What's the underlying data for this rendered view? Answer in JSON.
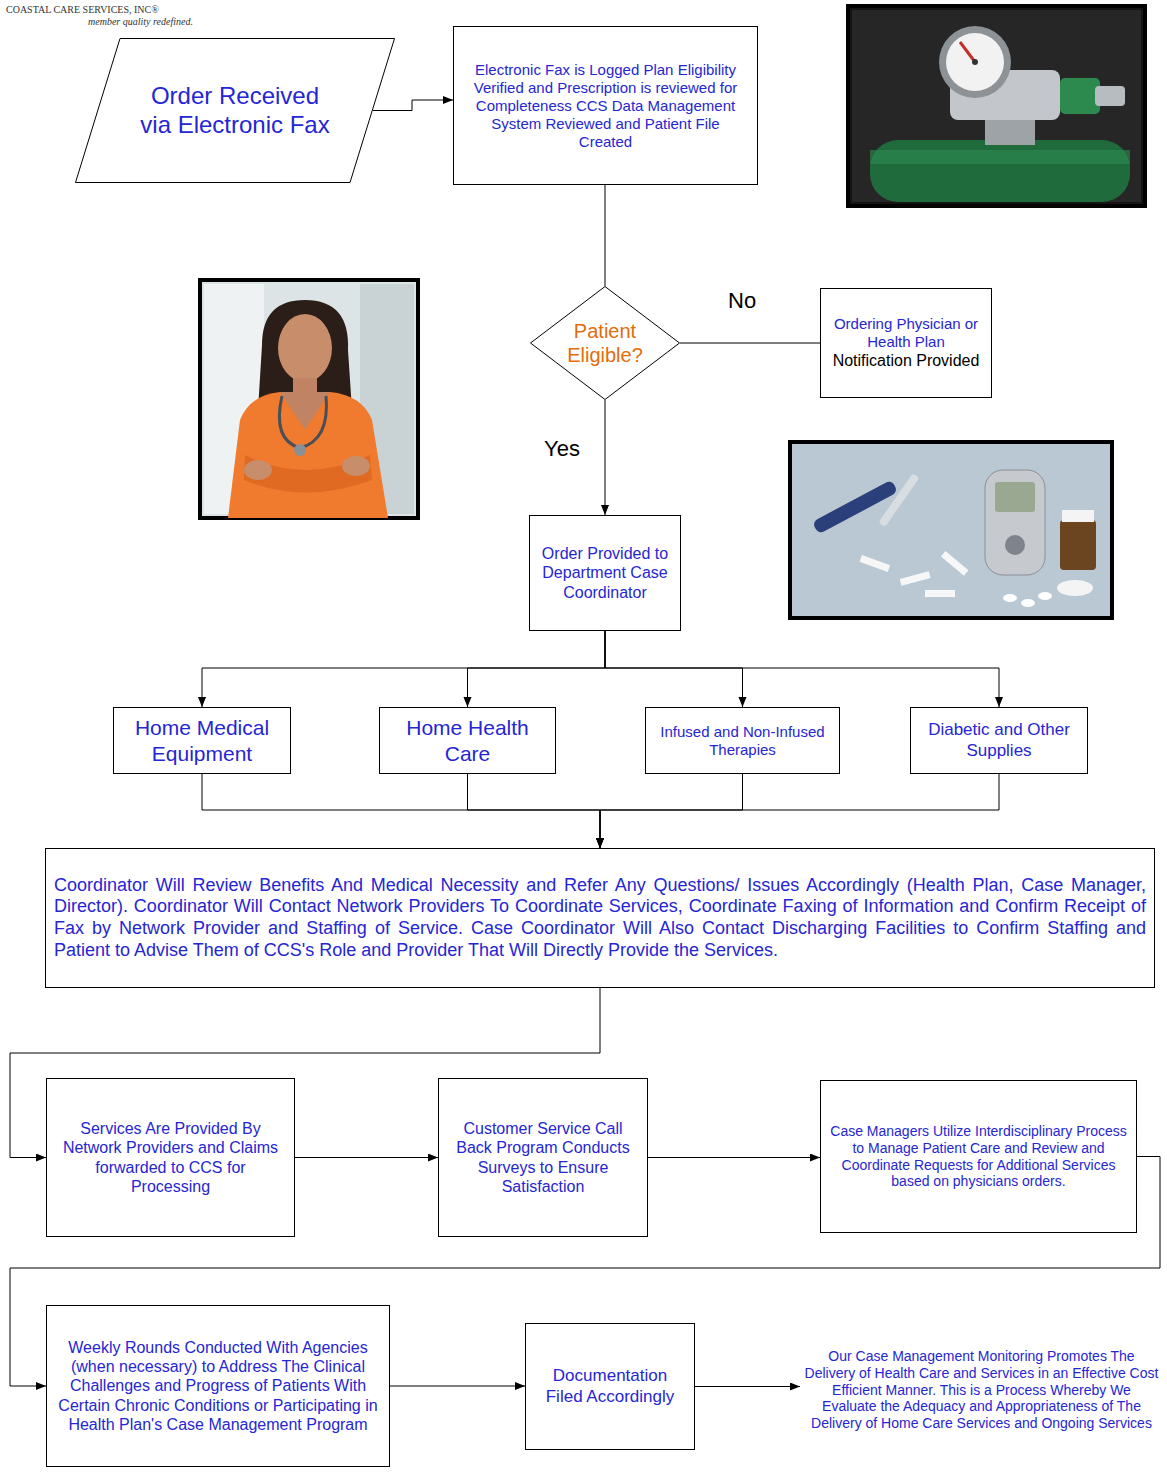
{
  "diagram": {
    "nodes": [
      {
        "text": [
          "Order Received via Electronic Fax"
        ]
      },
      {
        "text": [
          "Electronic Fax is Logged Plan Eligibility Verified and Prescription is reviewed for Completeness CCS Data Management System Reviewed and Patient File Created"
        ]
      },
      {
        "text": [
          "Patient Eligible?"
        ]
      },
      {
        "text": [
          "Ordering Physician or Health Plan",
          "Notification Provided"
        ]
      },
      {
        "text": [
          "Order Provided to Department Case Coordinator"
        ]
      },
      {
        "text": [
          "Home Medical Equipment"
        ]
      },
      {
        "text": [
          "Home Health Care"
        ]
      },
      {
        "text": [
          "Infused and Non-Infused Therapies"
        ]
      },
      {
        "text": [
          "Diabetic and Other Supplies"
        ]
      },
      {
        "text": [
          "Coordinator Will Review Benefits And Medical Necessity and Refer Any Questions/ Issues Accordingly (Health Plan, Case Manager, Director). Coordinator Will Contact Network Providers To Coordinate Services, Coordinate Faxing of Information and Confirm Receipt of Fax by Network Provider and Staffing of Service. Case Coordinator Will Also Contact Discharging Facilities to Confirm Staffing and Patient to Advise Them of CCS's Role and Provider That Will Directly Provide the Services."
        ]
      },
      {
        "text": [
          "Services Are Provided By Network Providers and Claims forwarded to CCS for Processing"
        ]
      },
      {
        "text": [
          "Customer Service Call Back Program Conducts Surveys to Ensure Satisfaction"
        ]
      },
      {
        "text": [
          "Case Managers Utilize Interdisciplinary Process to Manage Patient Care and Review and Coordinate Requests for Additional Services based on physicians orders."
        ]
      },
      {
        "text": [
          "Weekly Rounds Conducted With Agencies (when necessary) to Address The Clinical Challenges and Progress of Patients With Certain Chronic Conditions or Participating in Health Plan's Case Management Program"
        ]
      },
      {
        "text": [
          "Documentation Filed Accordingly"
        ]
      },
      {
        "text": [
          "Our Case Management Monitoring Promotes The Delivery of Health Care and Services in an Effective Cost Efficient Manner. This is a Process Whereby We Evaluate the Adequacy and Appropriateness of The Delivery of Home Care Services and Ongoing Services"
        ]
      }
    ],
    "edges": [
      {
        "from": 0,
        "to": 1,
        "arrow": "to"
      },
      {
        "from": 1,
        "to": 2,
        "arrow": "none"
      },
      {
        "from": 2,
        "to": 3,
        "label": "No",
        "arrow": "none"
      },
      {
        "from": 2,
        "to": 4,
        "label": "Yes",
        "arrow": "to"
      },
      {
        "from": 4,
        "to": 5,
        "arrow": "to"
      },
      {
        "from": 4,
        "to": 6,
        "arrow": "to"
      },
      {
        "from": 4,
        "to": 7,
        "arrow": "to"
      },
      {
        "from": 4,
        "to": 8,
        "arrow": "to"
      },
      {
        "from": 5,
        "to": 9,
        "arrow": "to"
      },
      {
        "from": 6,
        "to": 9,
        "arrow": "to"
      },
      {
        "from": 7,
        "to": 9,
        "arrow": "to"
      },
      {
        "from": 8,
        "to": 9,
        "arrow": "to"
      },
      {
        "from": 9,
        "to": 10,
        "arrow": "to"
      },
      {
        "from": 10,
        "to": 11,
        "arrow": "to"
      },
      {
        "from": 11,
        "to": 12,
        "arrow": "to"
      },
      {
        "from": 12,
        "to": 13,
        "arrow": "to"
      },
      {
        "from": 13,
        "to": 14,
        "arrow": "to"
      },
      {
        "from": 14,
        "to": 15,
        "arrow": "to"
      }
    ],
    "labels": [
      "COASTAL CARE SERVICES, INC®",
      "member quality redefined."
    ]
  }
}
